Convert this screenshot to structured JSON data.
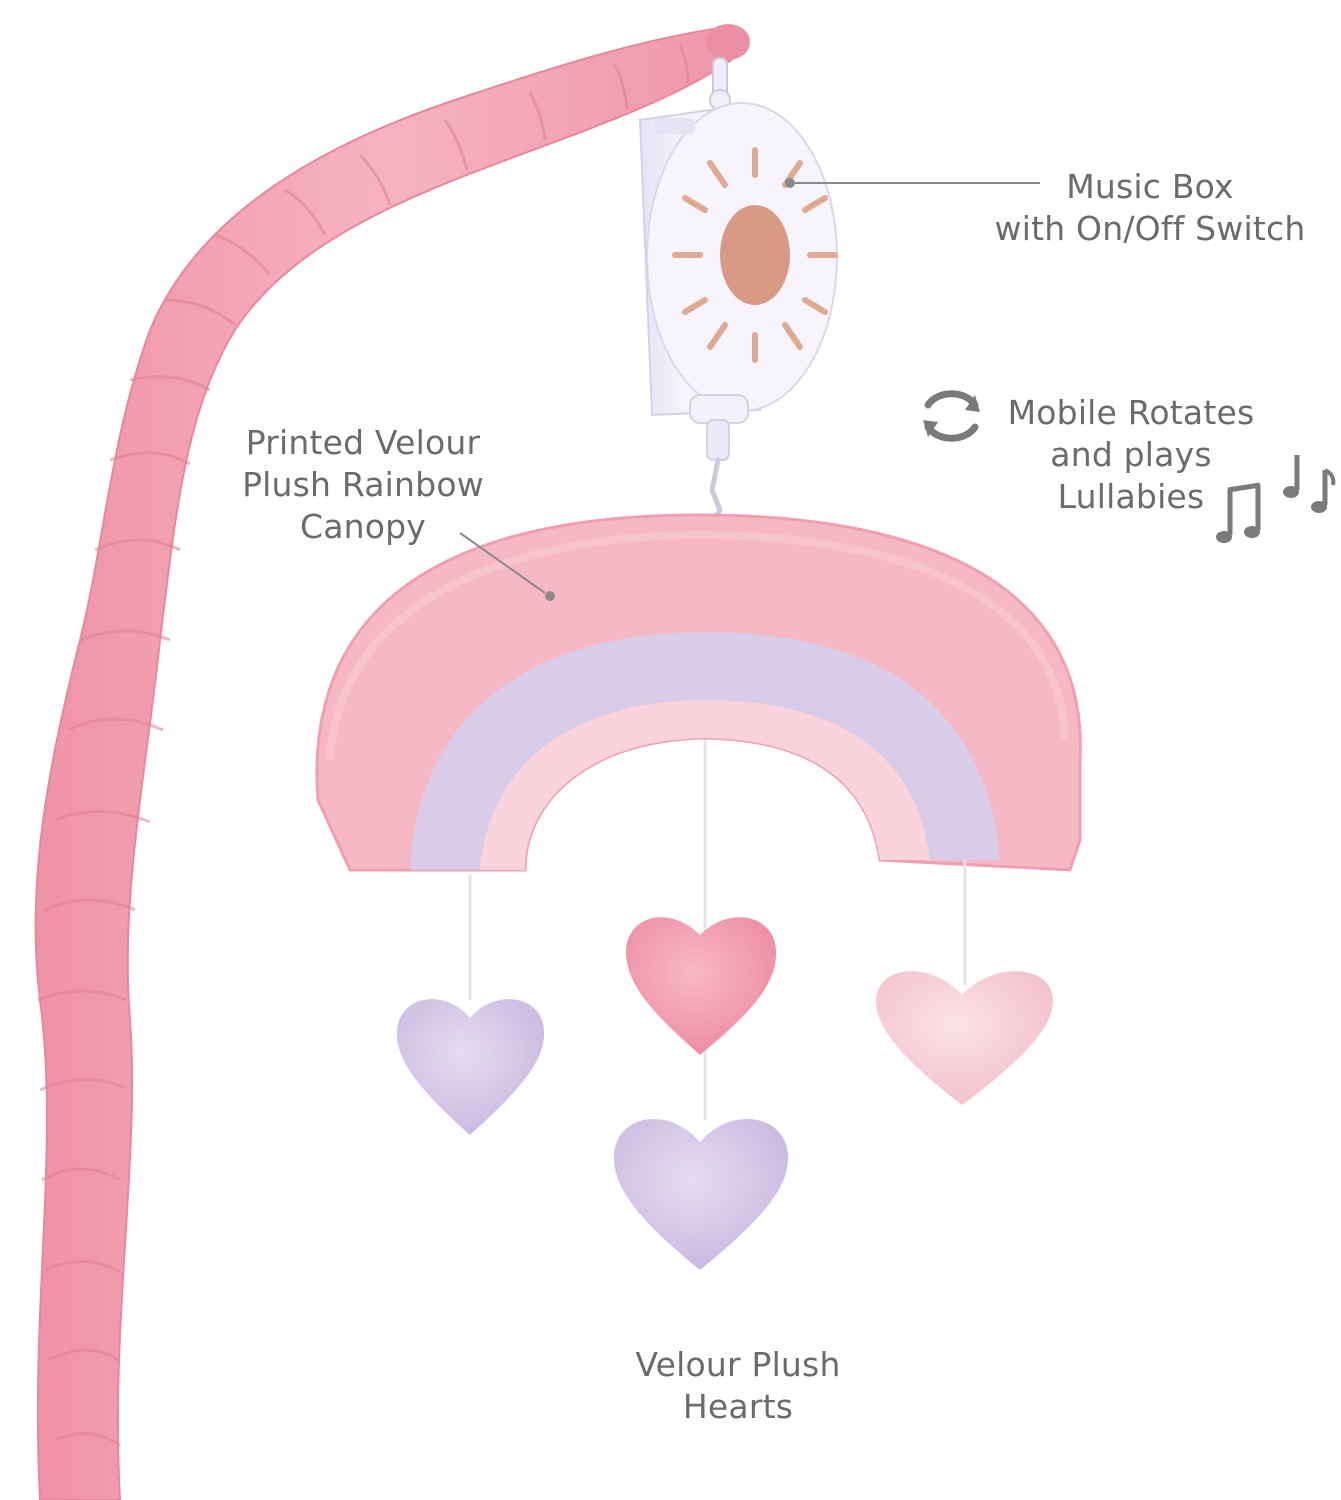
{
  "colors": {
    "background": "#ffffff",
    "label_text": "#6b6b6b",
    "arm_pink": "#f4a6b5",
    "arm_shadow": "#e58a9d",
    "canopy_pink": "#f6b8c4",
    "canopy_lavender": "#d9cce8",
    "canopy_light_pink": "#fad3dc",
    "heart_pink": "#f49fb1",
    "heart_lavender": "#d8c9ea",
    "heart_light_pink": "#f9d1da",
    "music_box_body": "#f3f0fa",
    "sun_color": "#e0aa92",
    "sun_center": "#d99a85",
    "pointer_line": "#8a8a8a"
  },
  "labels": {
    "music_box": [
      "Music Box",
      "with On/Off Switch"
    ],
    "rotates": [
      "Mobile Rotates",
      "and plays",
      "Lullabies"
    ],
    "canopy": [
      "Printed Velour",
      "Plush Rainbow",
      "Canopy"
    ],
    "hearts": [
      "Velour Plush",
      "Hearts"
    ]
  },
  "icons": {
    "rotate": "rotate-arrows-icon",
    "notes": "music-notes-icon"
  }
}
